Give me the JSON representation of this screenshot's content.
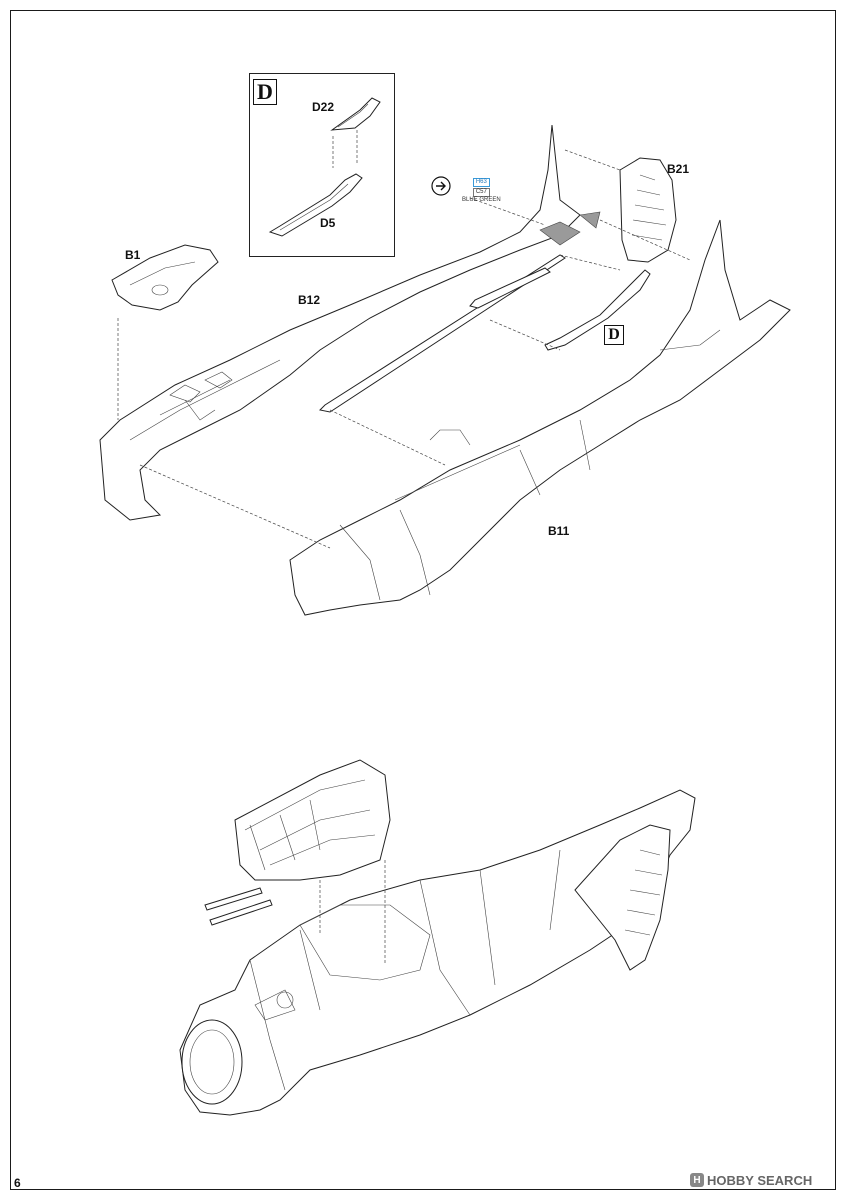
{
  "page_number": "6",
  "subassembly_box": {
    "letter": "D",
    "parts": [
      "D22",
      "D5"
    ]
  },
  "callout_letter": "D",
  "parts": {
    "b1": "B1",
    "b12": "B12",
    "b21": "B21",
    "b11": "B11"
  },
  "paint": {
    "code_blue": "H63",
    "code": "C57",
    "name": "BLUE GREEN"
  },
  "watermark": {
    "brand": "HOBBY SEARCH"
  }
}
